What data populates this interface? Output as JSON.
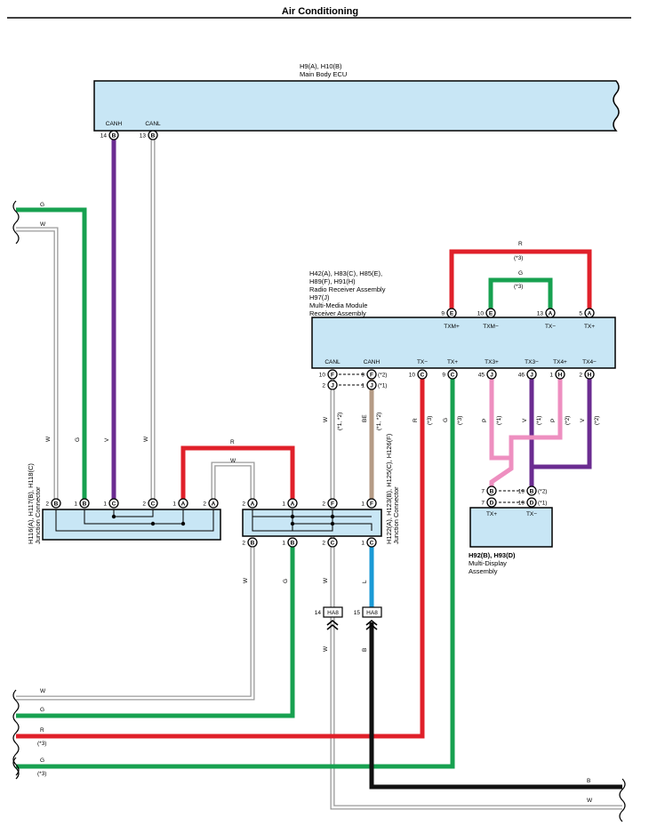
{
  "title": "Air Conditioning",
  "ecu": {
    "code": "H9(A), H10(B)",
    "name": "Main Body ECU",
    "pin_canh": "CANH",
    "pin_canl": "CANL",
    "canh_pin": "14",
    "canh_conn": "B",
    "canl_pin": "13",
    "canl_conn": "B"
  },
  "radio": {
    "code1": "H42(A), H83(C), H85(E),",
    "code2": "H89(F), H91(H)",
    "name1": "Radio Receiver Assembly",
    "code3": "H97(J)",
    "name2": "Multi-Media Module",
    "name3": "Receiver Assembly",
    "top_pins": [
      {
        "num": "9",
        "conn": "E",
        "label": "TXM+"
      },
      {
        "num": "10",
        "conn": "E",
        "label": "TXM−"
      },
      {
        "num": "13",
        "conn": "A",
        "label": "TX−"
      },
      {
        "num": "5",
        "conn": "A",
        "label": "TX+"
      }
    ],
    "bottom_pins": [
      {
        "num": "10",
        "conn": "F",
        "label": "CANL",
        "alt_num": "2",
        "alt_conn": "J"
      },
      {
        "num": "9",
        "conn": "F",
        "label": "CANH",
        "alt_num": "1",
        "alt_conn": "J",
        "note1": "(*2)",
        "note2": "(*1)"
      },
      {
        "num": "10",
        "conn": "C",
        "label": "TX−"
      },
      {
        "num": "9",
        "conn": "C",
        "label": "TX+"
      },
      {
        "num": "45",
        "conn": "J",
        "label": "TX3+"
      },
      {
        "num": "46",
        "conn": "J",
        "label": "TX3−"
      },
      {
        "num": "1",
        "conn": "H",
        "label": "TX4+"
      },
      {
        "num": "2",
        "conn": "H",
        "label": "TX4−"
      }
    ]
  },
  "jc_left": {
    "code": "H116(A), H117(B), H118(C)",
    "name": "Junction Connector",
    "pins": [
      {
        "num": "2",
        "conn": "B"
      },
      {
        "num": "1",
        "conn": "B"
      },
      {
        "num": "1",
        "conn": "C"
      },
      {
        "num": "2",
        "conn": "C"
      },
      {
        "num": "1",
        "conn": "A"
      },
      {
        "num": "2",
        "conn": "A"
      }
    ]
  },
  "jc_right": {
    "code": "H122(A), H123(B), H125(C), H126(F)",
    "name": "Junction Connector",
    "top_pins": [
      {
        "num": "2",
        "conn": "A"
      },
      {
        "num": "1",
        "conn": "A"
      },
      {
        "num": "2",
        "conn": "F"
      },
      {
        "num": "1",
        "conn": "F"
      }
    ],
    "bottom_pins": [
      {
        "num": "2",
        "conn": "B"
      },
      {
        "num": "1",
        "conn": "B"
      },
      {
        "num": "2",
        "conn": "C"
      },
      {
        "num": "1",
        "conn": "C"
      }
    ]
  },
  "display": {
    "code": "H92(B), H93(D)",
    "name1": "Multi-Display",
    "name2": "Assembly",
    "pin_tx_plus": "TX+",
    "pin_tx_minus": "TX−",
    "row1": {
      "left_num": "7",
      "left_conn": "B",
      "right_num": "19",
      "right_conn": "B",
      "note": "(*2)"
    },
    "row2": {
      "left_num": "7",
      "left_conn": "D",
      "right_num": "19",
      "right_conn": "D",
      "note": "(*1)"
    }
  },
  "splices": [
    {
      "num": "14",
      "label": "HA8"
    },
    {
      "num": "15",
      "label": "HA8"
    }
  ],
  "wire_labels": {
    "G": "G",
    "W": "W",
    "V": "V",
    "R": "R",
    "BE": "BE",
    "P": "P",
    "L": "L",
    "B": "B",
    "note3": "(*3)",
    "note1": "(*1)",
    "note2": "(*2)",
    "note12": "(*1, *2)"
  },
  "colors": {
    "green": "#17a150",
    "purple": "#6b2c91",
    "red": "#e0202a",
    "pink": "#ee8fc0",
    "tan": "#b59b85",
    "blue": "#1a9ad6",
    "black": "#111111",
    "white_wire": "#c4c4c4",
    "box": "#c8e6f5"
  }
}
